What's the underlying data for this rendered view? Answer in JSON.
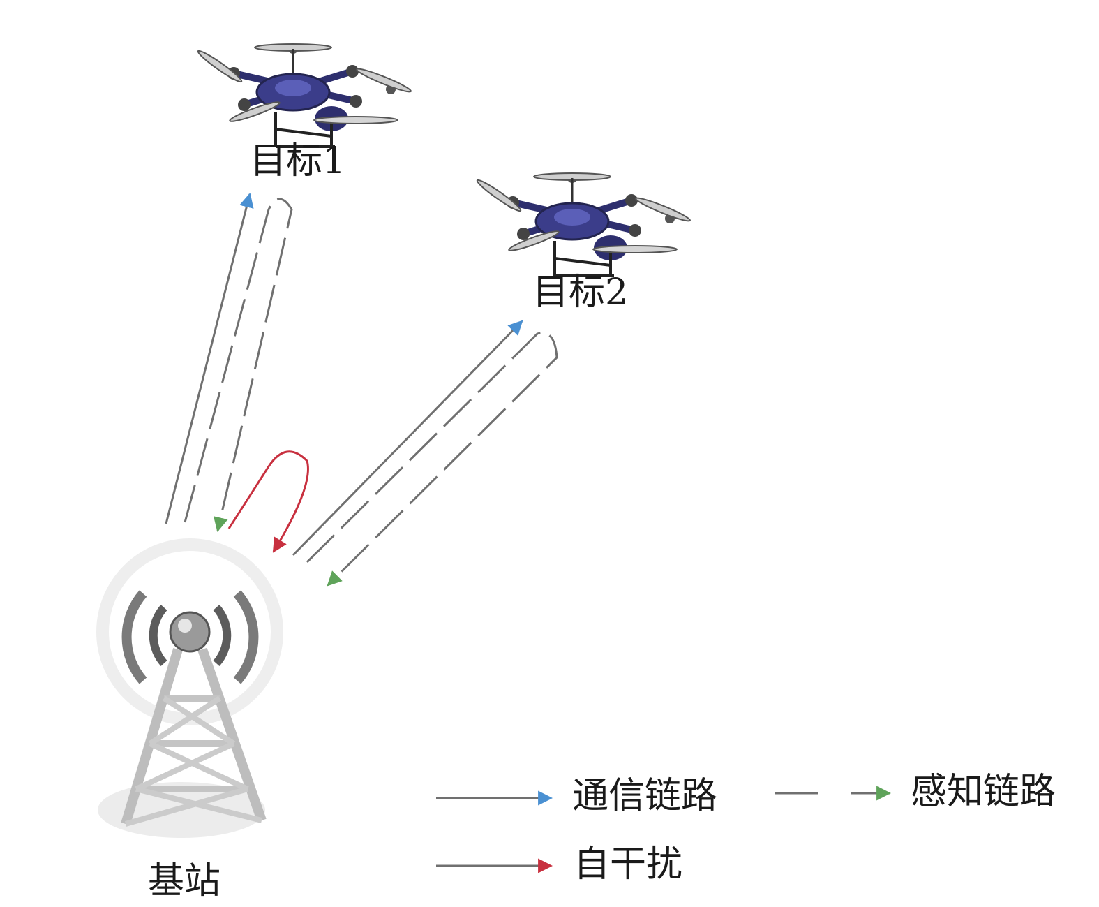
{
  "labels": {
    "target1": "目标1",
    "target2": "目标2",
    "base_station": "基站"
  },
  "legend": {
    "communication": "通信链路",
    "sensing": "感知链路",
    "self_interference": "自干扰"
  },
  "colors": {
    "communication": "#4a90d2",
    "sensing": "#5fa35a",
    "self_interference": "#c8303f",
    "line": "#707070",
    "drone_body": "#3b3d8a",
    "tower": "#b9b9b9"
  },
  "icons": [
    "drone-icon",
    "base-station-tower-icon"
  ]
}
